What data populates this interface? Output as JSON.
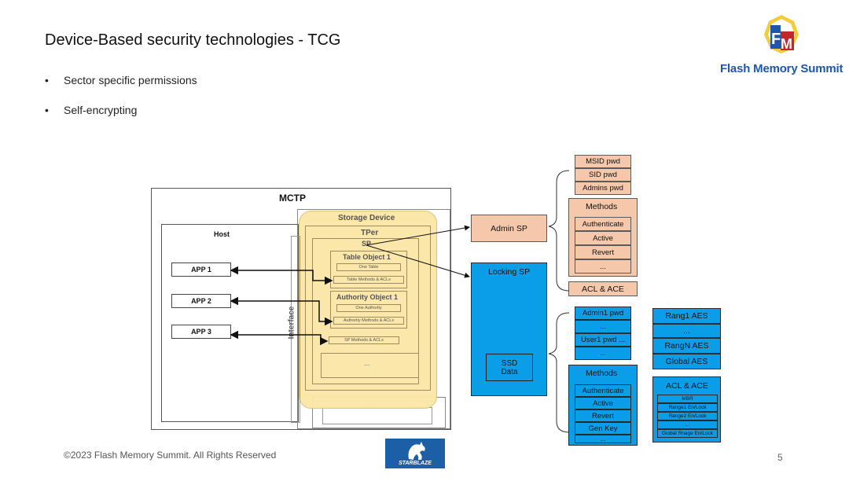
{
  "slide": {
    "title": "Device-Based security  technologies -  TCG",
    "bullets": [
      "Sector specific permissions",
      "Self-encrypting"
    ],
    "footer": "©2023 Flash Memory Summit. All Rights Reserved",
    "page_number": "5"
  },
  "logo": {
    "text": "Flash Memory Summit",
    "starblaze_text": "STARBLAZE"
  },
  "diagram": {
    "mctp": "MCTP",
    "host": "Host",
    "apps": [
      "APP 1",
      "APP 2",
      "APP 3"
    ],
    "interface": "Interface",
    "storage_device": "Storage Device",
    "tper": "TPer",
    "sp": "SP",
    "table_object": "Table Object 1",
    "one_table": "One Table",
    "table_methods": "Table Methods  & ACLs",
    "authority_object": "Authority Object 1",
    "one_authority": "One Authority",
    "authority_methods": "Authority Methods  & ACLs",
    "sp_methods": "SP Methods  & ACLs",
    "ellipsis": "...",
    "admin_sp": "Admin SP",
    "locking_sp": "Locking SP",
    "ssd_data": "SSD\nData",
    "admin_pwd": [
      "MSID pwd",
      "SID pwd",
      "Admins pwd"
    ],
    "admin_methods_title": "Methods",
    "admin_methods": [
      "Authenticate",
      "Active",
      "Revert",
      "..."
    ],
    "admin_acl": "ACL & ACE",
    "locking_pwd": [
      "Admin1 pwd",
      "...",
      "User1 pwd ...",
      "..."
    ],
    "locking_methods_title": "Methods",
    "locking_methods": [
      "Authenticate",
      "Active",
      "Revert",
      "Gen Key",
      "..."
    ],
    "ranges": [
      "Rang1 AES",
      "...",
      "RangN AES",
      "Global AES"
    ],
    "lock_acl_title": "ACL & ACE",
    "lock_acl": [
      "MBR",
      "Range1 En/Lock",
      "Range2 En/Lock",
      "...",
      "Global Rnage En/Lock"
    ]
  },
  "colors": {
    "salmon": "#f6c8ab",
    "blue": "#0a9ee8",
    "yellow": "#fbe6a6",
    "brand": "#1f56a8"
  }
}
